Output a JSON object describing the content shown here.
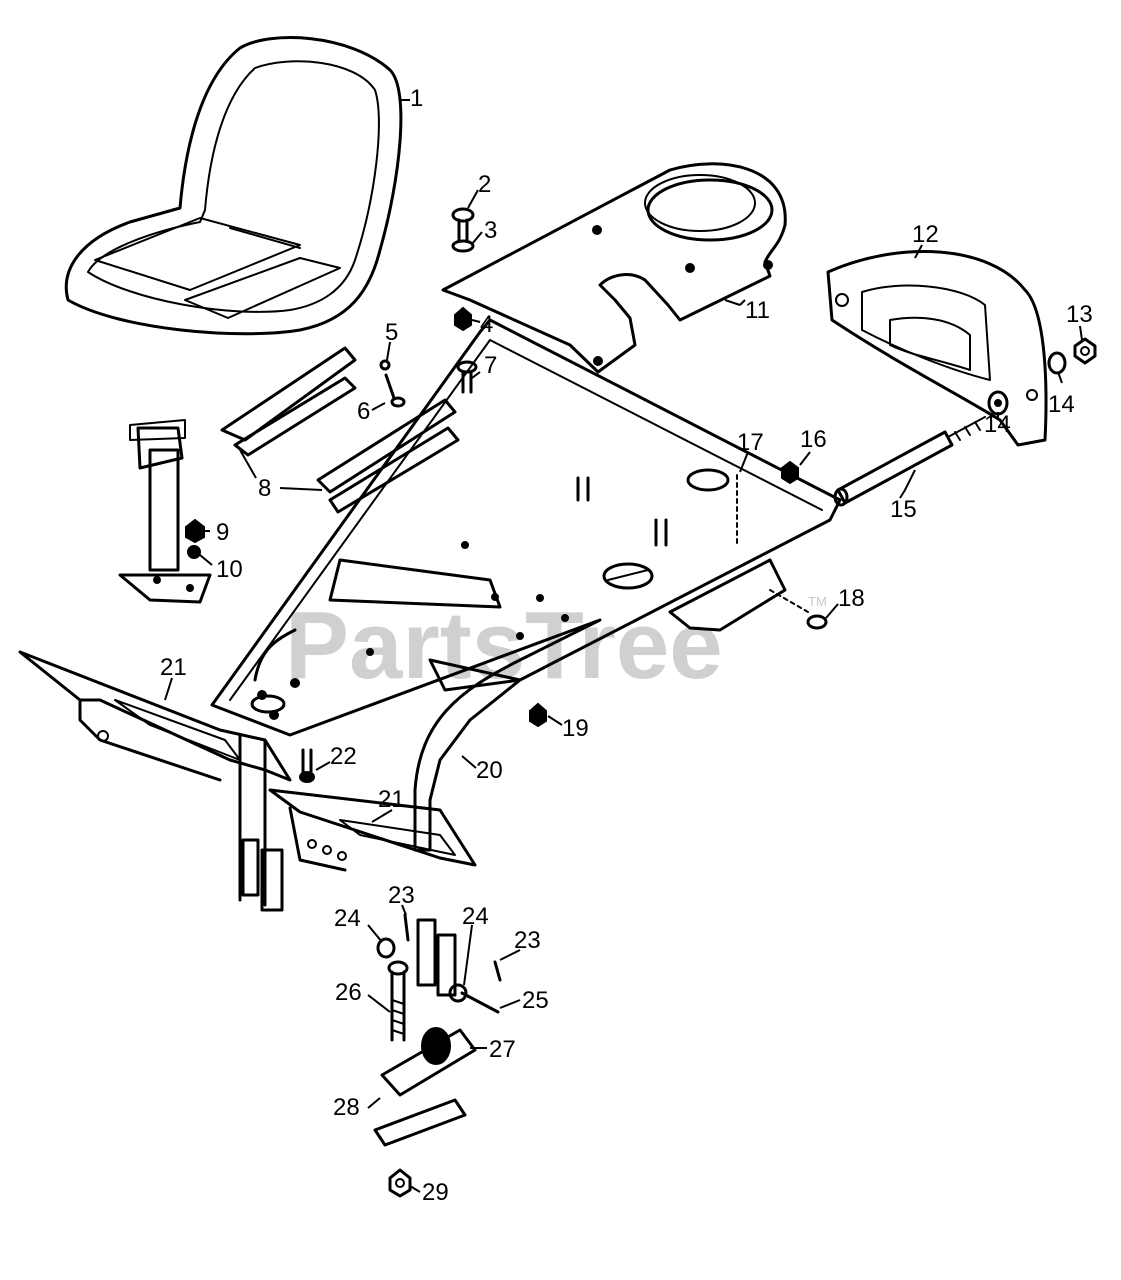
{
  "diagram": {
    "watermark": "PartsTree",
    "trademark": "TM",
    "callouts": [
      "1",
      "2",
      "3",
      "4",
      "5",
      "6",
      "7",
      "8",
      "9",
      "10",
      "11",
      "12",
      "13",
      "14",
      "14",
      "15",
      "16",
      "17",
      "18",
      "19",
      "20",
      "21",
      "21",
      "22",
      "23",
      "23",
      "24",
      "24",
      "25",
      "26",
      "27",
      "28",
      "29"
    ]
  }
}
